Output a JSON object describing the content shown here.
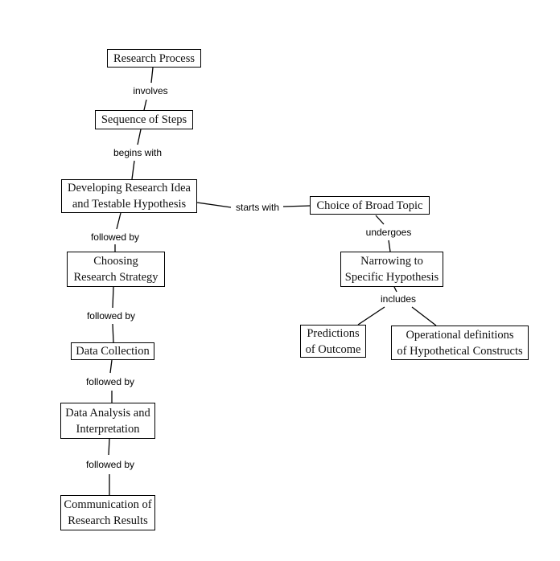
{
  "colors": {
    "background": "#ffffff",
    "node_border": "#000000",
    "node_fill": "#ffffff",
    "text": "#111111",
    "line": "#000000"
  },
  "nodes": [
    {
      "id": "research-process",
      "label": "Research Process"
    },
    {
      "id": "sequence-of-steps",
      "label": "Sequence of Steps"
    },
    {
      "id": "developing-research-idea",
      "label": "Developing Research Idea\nand Testable Hypothesis"
    },
    {
      "id": "choice-of-broad-topic",
      "label": "Choice of Broad Topic"
    },
    {
      "id": "choosing-research-strategy",
      "label": "Choosing\nResearch Strategy"
    },
    {
      "id": "narrowing-to-specific-hypothesis",
      "label": "Narrowing to\nSpecific Hypothesis"
    },
    {
      "id": "predictions-of-outcome",
      "label": "Predictions\nof Outcome"
    },
    {
      "id": "operational-definitions",
      "label": "Operational definitions\nof Hypothetical Constructs"
    },
    {
      "id": "data-collection",
      "label": "Data Collection"
    },
    {
      "id": "data-analysis-interpretation",
      "label": "Data Analysis and\nInterpretation"
    },
    {
      "id": "communication-of-research-results",
      "label": "Communication of\nResearch Results"
    }
  ],
  "edges": [
    {
      "from": "research-process",
      "to": "sequence-of-steps",
      "label": "involves"
    },
    {
      "from": "sequence-of-steps",
      "to": "developing-research-idea",
      "label": "begins with"
    },
    {
      "from": "developing-research-idea",
      "to": "choice-of-broad-topic",
      "label": "starts with"
    },
    {
      "from": "developing-research-idea",
      "to": "choosing-research-strategy",
      "label": "followed by"
    },
    {
      "from": "choice-of-broad-topic",
      "to": "narrowing-to-specific-hypothesis",
      "label": "undergoes"
    },
    {
      "from": "narrowing-to-specific-hypothesis",
      "to": "predictions-of-outcome / operational-definitions",
      "label": "includes"
    },
    {
      "from": "choosing-research-strategy",
      "to": "data-collection",
      "label": "followed by"
    },
    {
      "from": "data-collection",
      "to": "data-analysis-interpretation",
      "label": "followed by"
    },
    {
      "from": "data-analysis-interpretation",
      "to": "communication-of-research-results",
      "label": "followed by"
    }
  ]
}
